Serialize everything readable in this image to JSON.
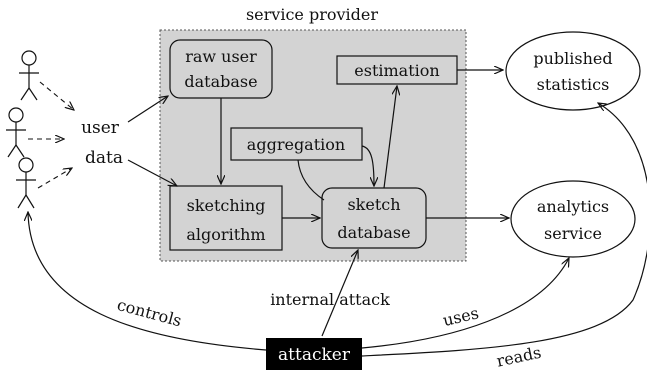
{
  "provider": {
    "title": "service provider",
    "box_fill": "#d3d3d3"
  },
  "nodes": {
    "raw_db": [
      "raw user",
      "database"
    ],
    "estimation": "estimation",
    "aggregation": "aggregation",
    "sketching": [
      "sketching",
      "algorithm"
    ],
    "sketch_db": [
      "sketch",
      "database"
    ],
    "published": [
      "published",
      "statistics"
    ],
    "analytics": [
      "analytics",
      "service"
    ],
    "user_data": [
      "user",
      "data"
    ],
    "attacker": "attacker"
  },
  "edge_labels": {
    "controls": "controls",
    "internal": "internal attack",
    "uses": "uses",
    "reads": "reads"
  },
  "colors": {
    "attacker_bg": "#000000",
    "attacker_fg": "#ffffff"
  }
}
